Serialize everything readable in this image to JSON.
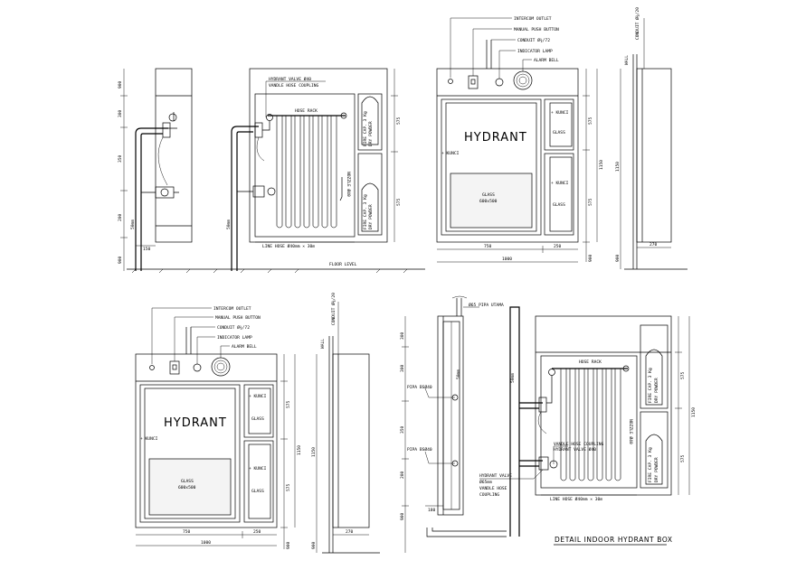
{
  "labels": {
    "intercom_outlet": "INTERCOM OUTLET",
    "manual_push_button": "MANUAL PUSH BUTTON",
    "conduit": "CONDUIT Ø¾/72",
    "indicator_lamp": "INDICATOR LAMP",
    "alarm_bell": "ALARM BELL",
    "wall": "WALL",
    "conduit_vert": "CONDUIT Ø¾/20",
    "hydrant": "HYDRANT",
    "kunci": "+ KUNCI",
    "glass": "GLASS",
    "glass_size_a": "GLASS",
    "glass_size_b": "600x500",
    "fire_cap": "FIRE CAP. 3 Kg",
    "dry_powder": "DRY POWDER",
    "hydrant_valve_640": "HYDRANT VALVE Ø40",
    "vandle_hose_coupling": "VANDLE HOSE COUPLING",
    "hose_rack": "HOSE RACK",
    "nozzle": "NOZZLE Ø40",
    "line_hose": "LINE HOSE Ø40mm × 30m",
    "floor_level": "FLOOR LEVEL",
    "pipa_bs_upper": "PIPA BSØ40",
    "pipa_bs_lower": "PIPA BSØ40",
    "pipa_label": "Ø65 PIPA UTAMA",
    "vandle_hose_coupling_b": "VANDLE HOSE COUPLING",
    "hydrant_valve_b": "HYDRANT VALVE Ø40",
    "hydrant_valve_c": "HYDRANT VALVE",
    "c_65mm": "Ø65mm",
    "vandle_hose_c": "VANDLE HOSE",
    "coupling_c": "COUPLING",
    "line_hose_b": "LINE HOSE Ø40mm × 30m",
    "detail_title": "DETAIL INDOOR HYDRANT BOX"
  },
  "dims": {
    "d300": "300",
    "d350": "350",
    "d200": "200",
    "d900": "900",
    "d575": "575",
    "d1150": "1150",
    "d750": "750",
    "d250": "250",
    "d1000": "1000",
    "d270": "270",
    "d150": "150",
    "d180": "180",
    "d50mm": "50mm"
  },
  "icons": {
    "alarm_bell": "bell-icon",
    "push_button": "push-button-icon",
    "intercom": "intercom-icon"
  }
}
